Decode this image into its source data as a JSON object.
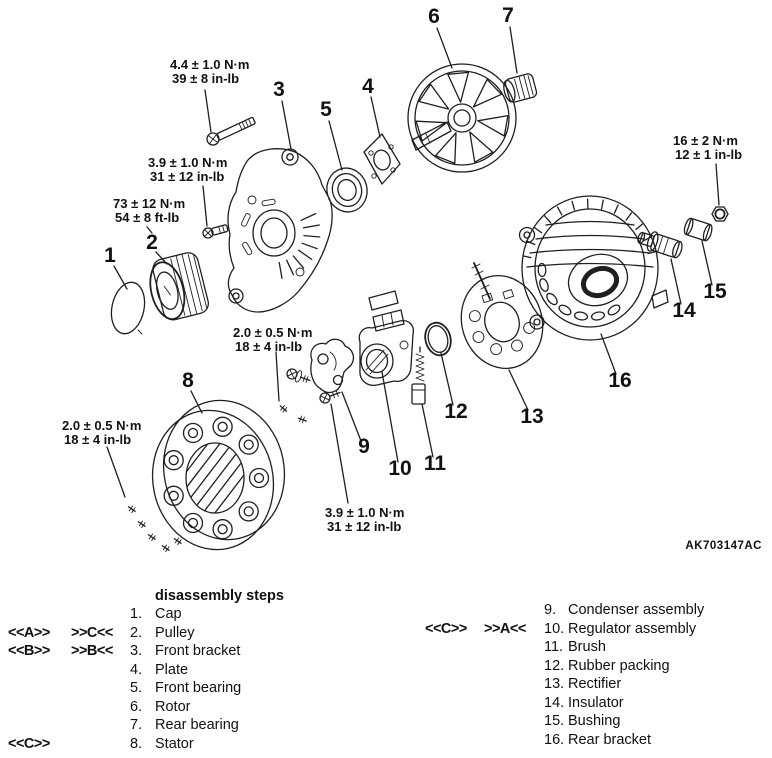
{
  "doc_code": "AK703147AC",
  "torque": {
    "t1": {
      "l1": "4.4 ± 1.0 N·m",
      "l2": "39 ± 8 in-lb"
    },
    "t2": {
      "l1": "3.9 ± 1.0 N·m",
      "l2": "31 ± 12 in-lb"
    },
    "t3": {
      "l1": "73 ± 12 N·m",
      "l2": "54 ± 8 ft-lb"
    },
    "t4": {
      "l1": "2.0 ± 0.5 N·m",
      "l2": "18 ± 4 in-lb"
    },
    "t5": {
      "l1": "2.0 ± 0.5 N·m",
      "l2": "18 ± 4 in-lb"
    },
    "t6": {
      "l1": "3.9 ± 1.0 N·m",
      "l2": "31 ± 12 in-lb"
    },
    "t7": {
      "l1": "16 ± 2 N·m",
      "l2": "12 ± 1 in-lb"
    }
  },
  "callouts": {
    "c1": "1",
    "c2": "2",
    "c3": "3",
    "c4": "4",
    "c5": "5",
    "c6": "6",
    "c7": "7",
    "c8": "8",
    "c9": "9",
    "c10": "10",
    "c11": "11",
    "c12": "12",
    "c13": "13",
    "c14": "14",
    "c15": "15",
    "c16": "16"
  },
  "legend": {
    "heading": "disassembly steps",
    "left": [
      {
        "m1": "",
        "m2": "",
        "num": "1.",
        "name": "Cap"
      },
      {
        "m1": "<<A>>",
        "m2": ">>C<<",
        "num": "2.",
        "name": "Pulley"
      },
      {
        "m1": "<<B>>",
        "m2": ">>B<<",
        "num": "3.",
        "name": "Front bracket"
      },
      {
        "m1": "",
        "m2": "",
        "num": "4.",
        "name": "Plate"
      },
      {
        "m1": "",
        "m2": "",
        "num": "5.",
        "name": "Front bearing"
      },
      {
        "m1": "",
        "m2": "",
        "num": "6.",
        "name": "Rotor"
      },
      {
        "m1": "",
        "m2": "",
        "num": "7.",
        "name": "Rear bearing"
      },
      {
        "m1": "<<C>>",
        "m2": "",
        "num": "8.",
        "name": "Stator"
      }
    ],
    "right": [
      {
        "m1": "",
        "m2": "",
        "num": "9.",
        "name": "Condenser assembly"
      },
      {
        "m1": "<<C>>",
        "m2": ">>A<<",
        "num": "10.",
        "name": "Regulator assembly"
      },
      {
        "m1": "",
        "m2": "",
        "num": "11.",
        "name": "Brush"
      },
      {
        "m1": "",
        "m2": "",
        "num": "12.",
        "name": "Rubber packing"
      },
      {
        "m1": "",
        "m2": "",
        "num": "13.",
        "name": "Rectifier"
      },
      {
        "m1": "",
        "m2": "",
        "num": "14.",
        "name": "Insulator"
      },
      {
        "m1": "",
        "m2": "",
        "num": "15.",
        "name": "Bushing"
      },
      {
        "m1": "",
        "m2": "",
        "num": "16.",
        "name": "Rear bracket"
      }
    ]
  },
  "colors": {
    "line": "#1f1f1f",
    "background": "#ffffff"
  }
}
